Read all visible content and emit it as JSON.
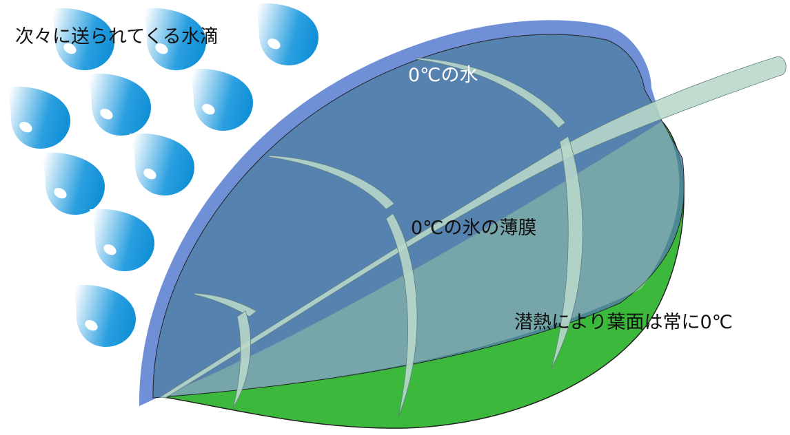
{
  "labels": {
    "drops": "次々に送られてくる水滴",
    "water": "0℃の水",
    "ice_film": "0℃の氷の薄膜",
    "latent_heat": "潜熱により葉面は常に0℃"
  },
  "colors": {
    "leaf_green": "#3cb93c",
    "leaf_outline": "#222222",
    "water_layer": "#5a8cb4",
    "water_rim": "#6f8fd6",
    "vein": "#b9d8c9",
    "drop_dark": "#0f8fd6",
    "drop_light": "#ffffff"
  },
  "icons": {
    "water_drop": "water-drop-icon",
    "leaf": "leaf-icon"
  }
}
